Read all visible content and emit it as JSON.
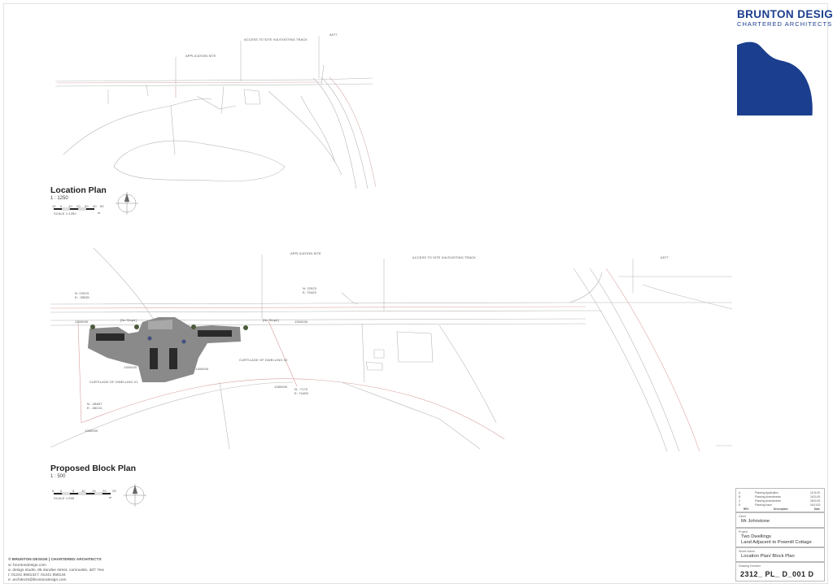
{
  "brand": {
    "name": "BRUNTON DESIGN",
    "subtitle": "CHARTERED ARCHITECTS",
    "color": "#1b3e8e"
  },
  "location_plan": {
    "title": "Location Plan",
    "scale": "1 : 1250",
    "labels": {
      "application_site": "APPLICATION SITE",
      "access": "ACCESS TO SITE VIA EXISTING TRACK",
      "road": "A977"
    },
    "scale_bar": {
      "ticks": [
        "10",
        "0",
        "10",
        "20",
        "30",
        "40",
        "50"
      ],
      "unit": "m",
      "caption": "SCALE 1:1250"
    }
  },
  "block_plan": {
    "title": "Proposed Block Plan",
    "scale": "1 : 500",
    "labels": {
      "application_site": "APPLICATION SITE",
      "access": "ACCESS TO SITE VIA EXISTING TRACK",
      "road": "A977",
      "curtilage_1": "CURTILAGE OF DWELLING 01",
      "curtilage_2": "CURTILAGE OF DWELLING 02",
      "no_slope_1": "[No Slope]",
      "no_slope_2": "[No Slope]"
    },
    "coordinates": {
      "c1_n": "N: 22023",
      "c1_e": "E: -35651",
      "c2_n": "N: 22923",
      "c2_e": "E: 75425",
      "c3_n": "N: -28857",
      "c3_e": "E: -36224",
      "c4_n": "N: -7170",
      "c4_e": "E: 74405"
    },
    "levels": {
      "l1": "1300000",
      "l2": "1300000",
      "l3": "1300000",
      "l4": "1300000",
      "l5": "1280000",
      "l6": "1280000"
    },
    "scale_bar": {
      "ticks": [
        "5",
        "0",
        "5",
        "10",
        "15",
        "20",
        "25"
      ],
      "unit": "m",
      "caption": "SCALE 1:500"
    }
  },
  "revisions": {
    "rows": [
      {
        "rev": "A",
        "desc": "Planning Application",
        "date": "11/11/19"
      },
      {
        "rev": "B",
        "desc": "Planning Amendments",
        "date": "24/11/19"
      },
      {
        "rev": "C",
        "desc": "Planning Amendments",
        "date": "28/11/19"
      },
      {
        "rev": "D",
        "desc": "Planning Issue",
        "date": "01/01/20"
      }
    ],
    "header": {
      "rev": "REV",
      "desc": "Description",
      "date": "Date"
    }
  },
  "title_block": {
    "client_label": "Client",
    "client": "Mr Johnstone",
    "project_label": "Project",
    "project_line1": "Two Dwellings",
    "project_line2": "Land Adjacent to Powmill Cottage",
    "sheet_label": "Sheet Name",
    "sheet": "Location Plan/ Block Plan",
    "drawing_label": "Drawing Number",
    "drawing_number": "2312_ PL_ D_001 D"
  },
  "footer": {
    "company": "© BRUNTON DESIGN  |  CHARTERED ARCHITECTS",
    "web": "w: bruntondesign.com",
    "address": "a: design studio, 95 dundee street, carnoustie, dd7 7ew",
    "phone": "t: 01241 858133  f: 01241 858134",
    "email": "e: architects@bruntondesign.com"
  }
}
